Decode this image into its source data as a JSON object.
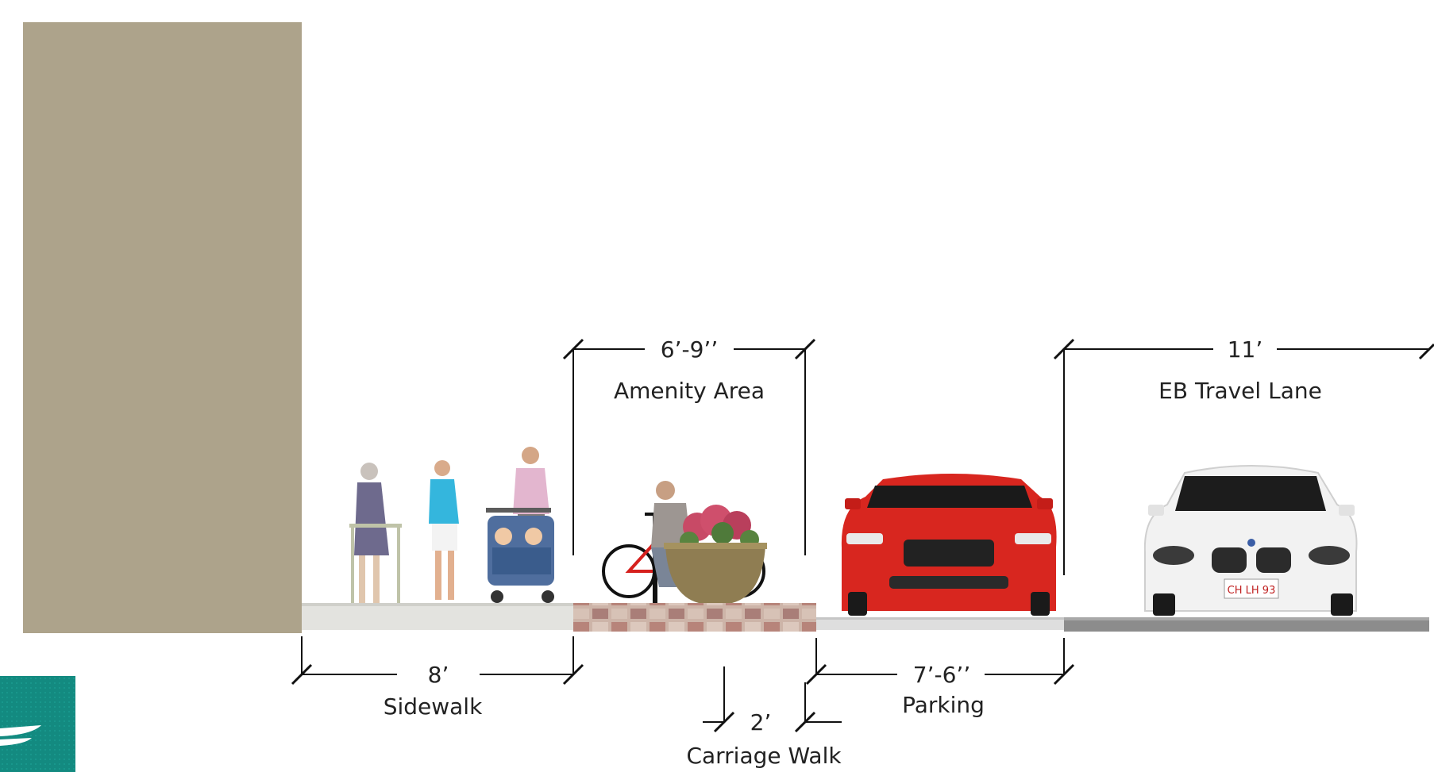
{
  "segments": {
    "sidebar_dim": "8’",
    "sidebar_name": "Sidewalk",
    "amenity_dim": "6’-9’’",
    "amenity_name": "Amenity Area",
    "carriage_dim": "2’",
    "carriage_name": "Carriage Walk",
    "parking_dim": "7’-6’’",
    "parking_name": "Parking",
    "travel_dim": "11’",
    "travel_name": "EB Travel Lane"
  },
  "plates": {
    "red_car_plate": "",
    "white_car_plate": "CH LH 93"
  },
  "icons": {
    "building": "building-facade",
    "pedestrians": "pedestrians-icon",
    "planter": "planter-icon",
    "bike": "bicycle-icon",
    "red_car": "red-car-icon",
    "white_car": "white-car-icon",
    "logo": "logo-icon"
  },
  "colors": {
    "building": "#ada38b",
    "sidewalk": "#e3e3df",
    "pavers": "#c9a79a",
    "road": "#8c8c8c",
    "red_car": "#d8261f",
    "white_car": "#f2f2f2",
    "planter": "#8f7d52",
    "logo": "#0f8a7e"
  }
}
